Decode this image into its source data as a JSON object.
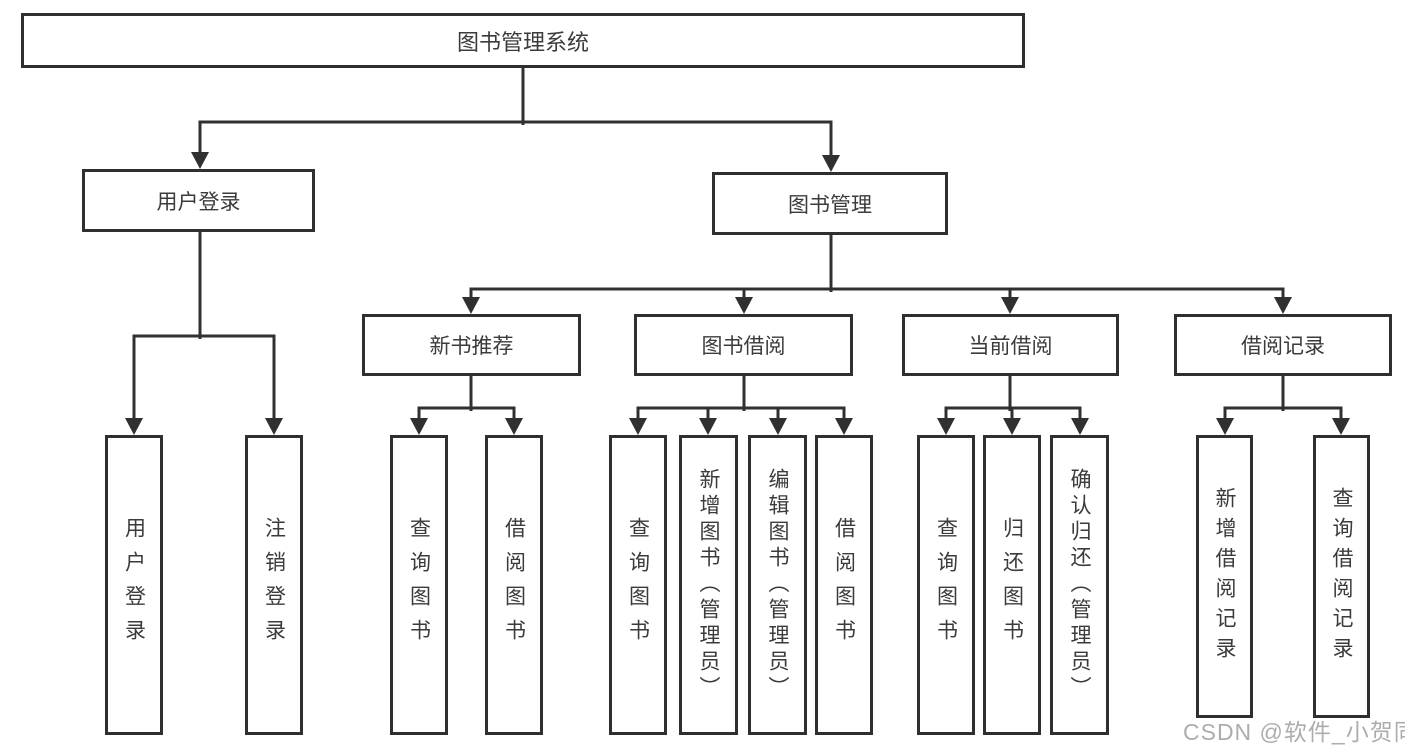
{
  "diagram": {
    "root": {
      "label": "图书管理系统"
    },
    "branches": [
      {
        "label": "用户登录",
        "children": [
          {
            "label": "用户登录"
          },
          {
            "label": "注销登录"
          }
        ]
      },
      {
        "label": "图书管理",
        "children": [
          {
            "label": "新书推荐",
            "children": [
              {
                "label": "查询图书"
              },
              {
                "label": "借阅图书"
              }
            ]
          },
          {
            "label": "图书借阅",
            "children": [
              {
                "label": "查询图书"
              },
              {
                "label": "新增图书（管理员）"
              },
              {
                "label": "编辑图书（管理员）"
              },
              {
                "label": "借阅图书"
              }
            ]
          },
          {
            "label": "当前借阅",
            "children": [
              {
                "label": "查询图书"
              },
              {
                "label": "归还图书"
              },
              {
                "label": "确认归还（管理员）"
              }
            ]
          },
          {
            "label": "借阅记录",
            "children": [
              {
                "label": "新增借阅记录"
              },
              {
                "label": "查询借阅记录"
              }
            ]
          }
        ]
      }
    ]
  },
  "watermark": "CSDN @软件_小贺同学",
  "colors": {
    "line": "#303030",
    "box_border": "#2f2f2f",
    "text": "#3b3b3b",
    "watermark": "#adadad",
    "background": "#ffffff"
  }
}
